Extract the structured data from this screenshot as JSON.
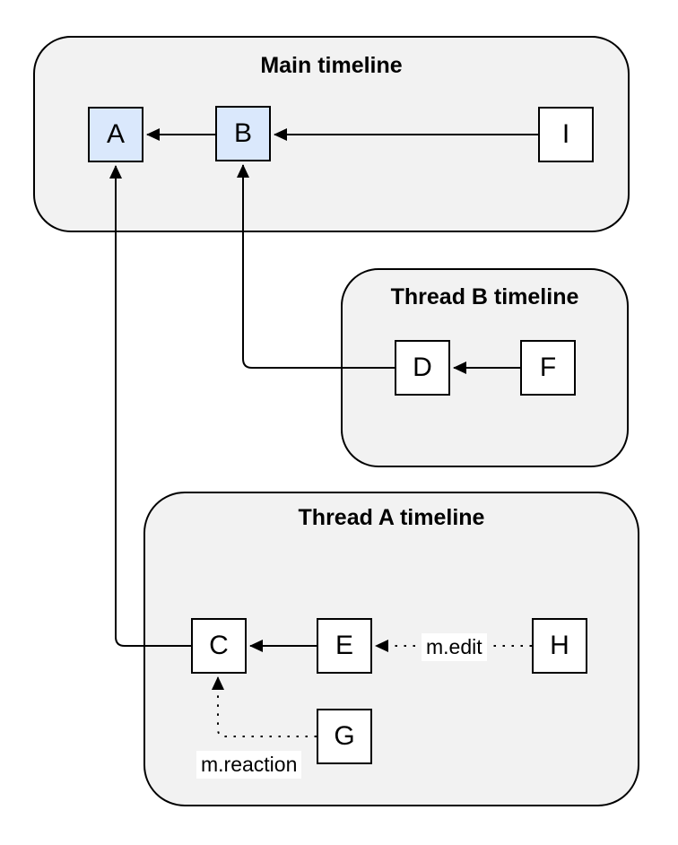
{
  "diagram": {
    "containers": [
      {
        "id": "main",
        "title": "Main timeline"
      },
      {
        "id": "thread_b",
        "title": "Thread B timeline"
      },
      {
        "id": "thread_a",
        "title": "Thread A timeline"
      }
    ],
    "nodes": [
      {
        "id": "A",
        "label": "A",
        "container": "main",
        "highlighted": true
      },
      {
        "id": "B",
        "label": "B",
        "container": "main",
        "highlighted": true
      },
      {
        "id": "I",
        "label": "I",
        "container": "main",
        "highlighted": false
      },
      {
        "id": "D",
        "label": "D",
        "container": "thread_b",
        "highlighted": false
      },
      {
        "id": "F",
        "label": "F",
        "container": "thread_b",
        "highlighted": false
      },
      {
        "id": "C",
        "label": "C",
        "container": "thread_a",
        "highlighted": false
      },
      {
        "id": "E",
        "label": "E",
        "container": "thread_a",
        "highlighted": false
      },
      {
        "id": "H",
        "label": "H",
        "container": "thread_a",
        "highlighted": false
      },
      {
        "id": "G",
        "label": "G",
        "container": "thread_a",
        "highlighted": false
      }
    ],
    "edges": [
      {
        "from": "B",
        "to": "A",
        "style": "solid",
        "label": ""
      },
      {
        "from": "I",
        "to": "B",
        "style": "solid",
        "label": ""
      },
      {
        "from": "F",
        "to": "D",
        "style": "solid",
        "label": ""
      },
      {
        "from": "D",
        "to": "B",
        "style": "solid",
        "label": ""
      },
      {
        "from": "E",
        "to": "C",
        "style": "solid",
        "label": ""
      },
      {
        "from": "H",
        "to": "E",
        "style": "dotted",
        "label": "m.edit"
      },
      {
        "from": "G",
        "to": "C",
        "style": "dotted",
        "label": "m.reaction"
      },
      {
        "from": "C",
        "to": "A",
        "style": "solid",
        "label": ""
      }
    ],
    "colors": {
      "highlight_node_fill": "#dae8fc",
      "node_fill": "#ffffff",
      "container_fill": "#f2f2f2",
      "stroke": "#000000",
      "text": "#000000"
    }
  }
}
